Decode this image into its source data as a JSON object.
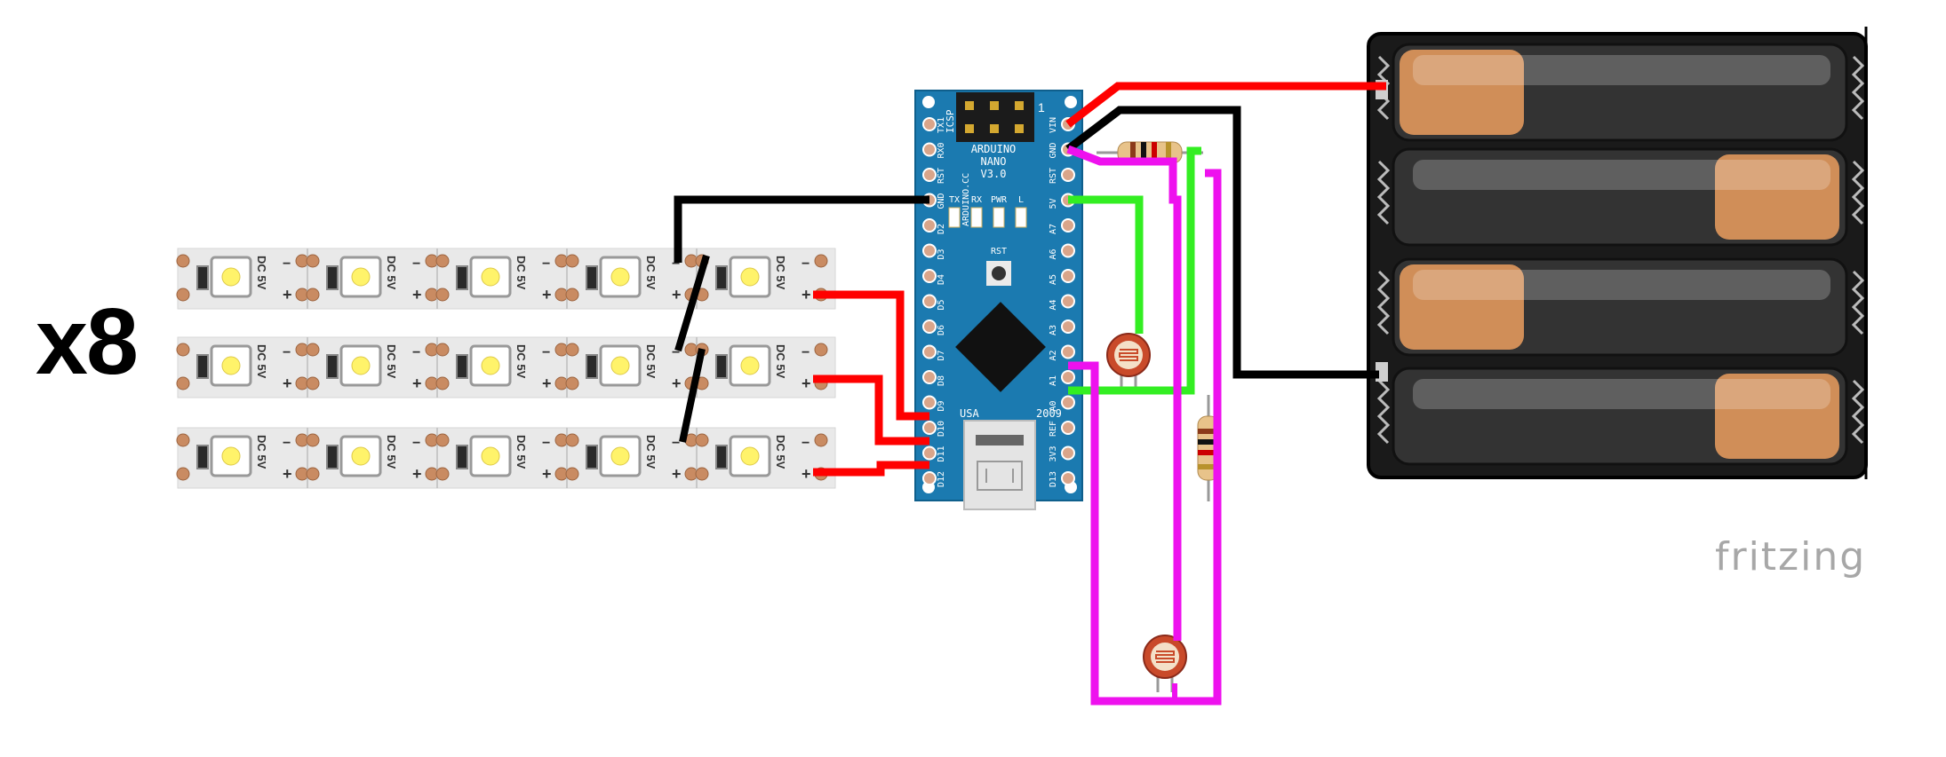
{
  "diagram": {
    "multiplier_label": "x8",
    "watermark": "fritzing"
  },
  "arduino": {
    "name_line1": "ARDUINO",
    "name_line2": "NANO",
    "name_line3": "V3.0",
    "site": "ARDUINO.CC",
    "country": "USA",
    "year": "2009",
    "header_label": "ICSP",
    "pin1_label": "1",
    "reset_label": "RST",
    "leds": [
      "TX",
      "RX",
      "PWR",
      "L"
    ],
    "left_pins": [
      "TX1",
      "RX0",
      "RST",
      "GND",
      "D2",
      "D3",
      "D4",
      "D5",
      "D6",
      "D7",
      "D8",
      "D9",
      "D10",
      "D11",
      "D12"
    ],
    "right_pins": [
      "VIN",
      "GND",
      "RST",
      "5V",
      "A7",
      "A6",
      "A5",
      "A4",
      "A3",
      "A2",
      "A1",
      "A0",
      "REF",
      "3V3",
      "D13"
    ],
    "board_color": "#1b7ab0"
  },
  "led_strip": {
    "segment_label_dc": "DC",
    "segment_label_v": "5V",
    "plus": "+",
    "minus": "−",
    "rows": 3,
    "segments_per_row": 5
  },
  "battery_pack": {
    "cells": 4
  },
  "wires": {
    "red": "#ff0000",
    "black": "#000000",
    "green": "#33ee22",
    "magenta": "#ee11ee"
  }
}
